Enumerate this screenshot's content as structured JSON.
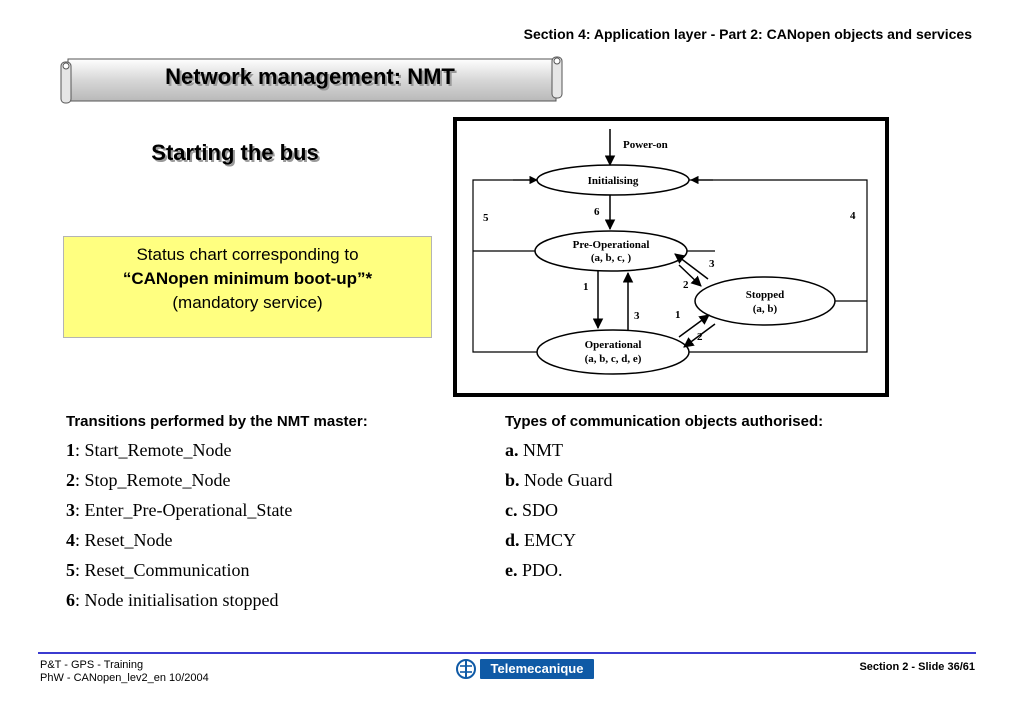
{
  "header": {
    "section": "Section 4: Application layer - Part 2: CANopen objects and services"
  },
  "title": "Network management: NMT",
  "subtitle": "Starting the bus",
  "status_box": {
    "line1": "Status chart corresponding to",
    "line2": "“CANopen minimum boot-up”*",
    "line3": "(mandatory service)"
  },
  "diagram": {
    "power_on": "Power-on",
    "initialising": "Initialising",
    "pre_operational": "Pre-Operational",
    "pre_operational_objects": "(a, b, c, )",
    "stopped": "Stopped",
    "stopped_objects": "(a, b)",
    "operational": "Operational",
    "operational_objects": "(a, b, c, d, e)",
    "labels": {
      "t6": "6",
      "t5": "5",
      "t4": "4",
      "t1_left": "1",
      "t3_left": "3",
      "t3_right": "3",
      "t2_upper": "2",
      "t1_right": "1",
      "t2_lower": "2"
    }
  },
  "transitions": {
    "heading": "Transitions performed by the NMT master:",
    "items": [
      {
        "num": "1",
        "text": ": Start_Remote_Node"
      },
      {
        "num": "2",
        "text": ": Stop_Remote_Node"
      },
      {
        "num": "3",
        "text": ": Enter_Pre-Operational_State"
      },
      {
        "num": "4",
        "text": ": Reset_Node"
      },
      {
        "num": "5",
        "text": ": Reset_Communication"
      },
      {
        "num": "6",
        "text": ": Node initialisation stopped"
      }
    ]
  },
  "objects": {
    "heading": "Types of communication objects authorised:",
    "items": [
      {
        "key": "a.",
        "text": " NMT"
      },
      {
        "key": "b.",
        "text": " Node Guard"
      },
      {
        "key": "c.",
        "text": " SDO"
      },
      {
        "key": "d.",
        "text": " EMCY"
      },
      {
        "key": "e.",
        "text": " PDO."
      }
    ]
  },
  "footer": {
    "line1": "P&T - GPS - Training",
    "line2": "PhW - CANopen_lev2_en   10/2004",
    "brand": "Telemecanique",
    "slide": "Section 2 - Slide 36/61"
  },
  "colors": {
    "status_box_bg": "#ffff80",
    "footer_line": "#3b3bd0",
    "brand_blue": "#0f5aa6"
  }
}
